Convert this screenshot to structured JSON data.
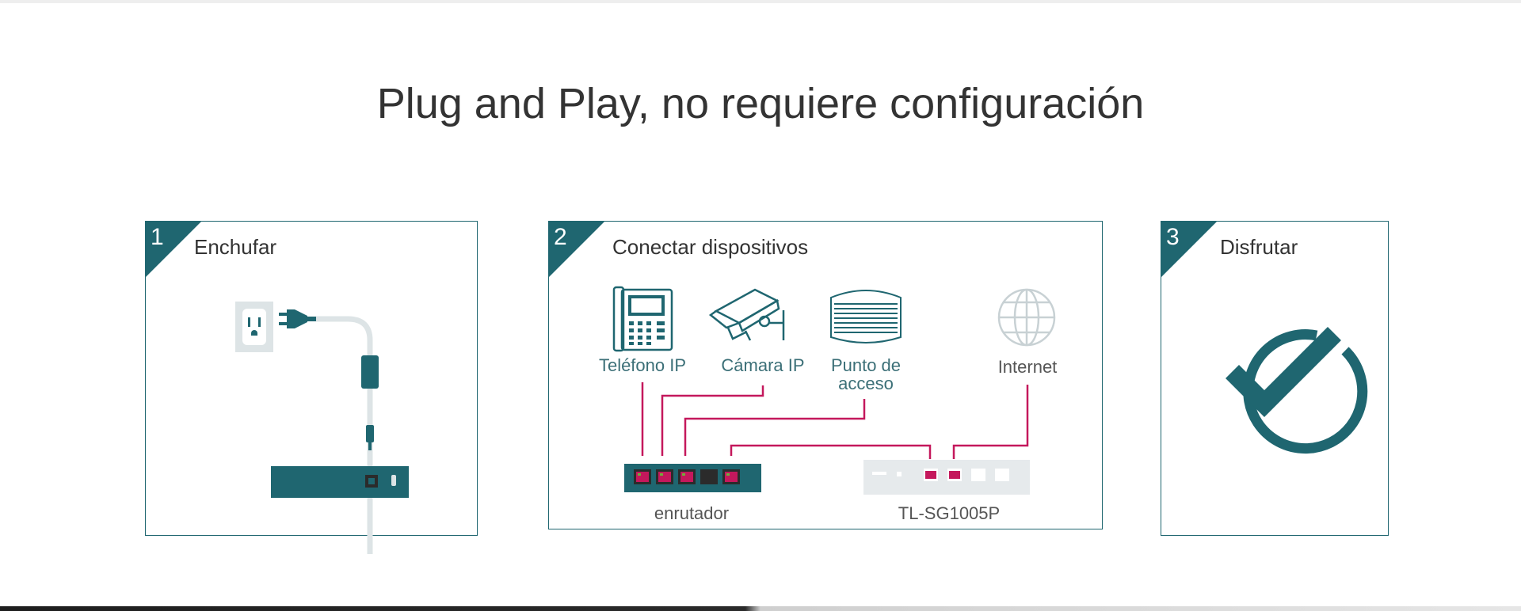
{
  "title": "Plug and Play, no requiere configuración",
  "cards": [
    {
      "number": "1",
      "label": "Enchufar"
    },
    {
      "number": "2",
      "label": "Conectar dispositivos"
    },
    {
      "number": "3",
      "label": "Disfrutar"
    }
  ],
  "devices": {
    "phone": "Teléfono IP",
    "camera": "Cámara IP",
    "ap_line1": "Punto de",
    "ap_line2": "acceso",
    "internet": "Internet"
  },
  "router_label": "enrutador",
  "switch_label": "TL-SG1005P",
  "colors": {
    "teal": "#1f6670",
    "magenta": "#c4185c",
    "light_grey": "#dfe4e6"
  }
}
